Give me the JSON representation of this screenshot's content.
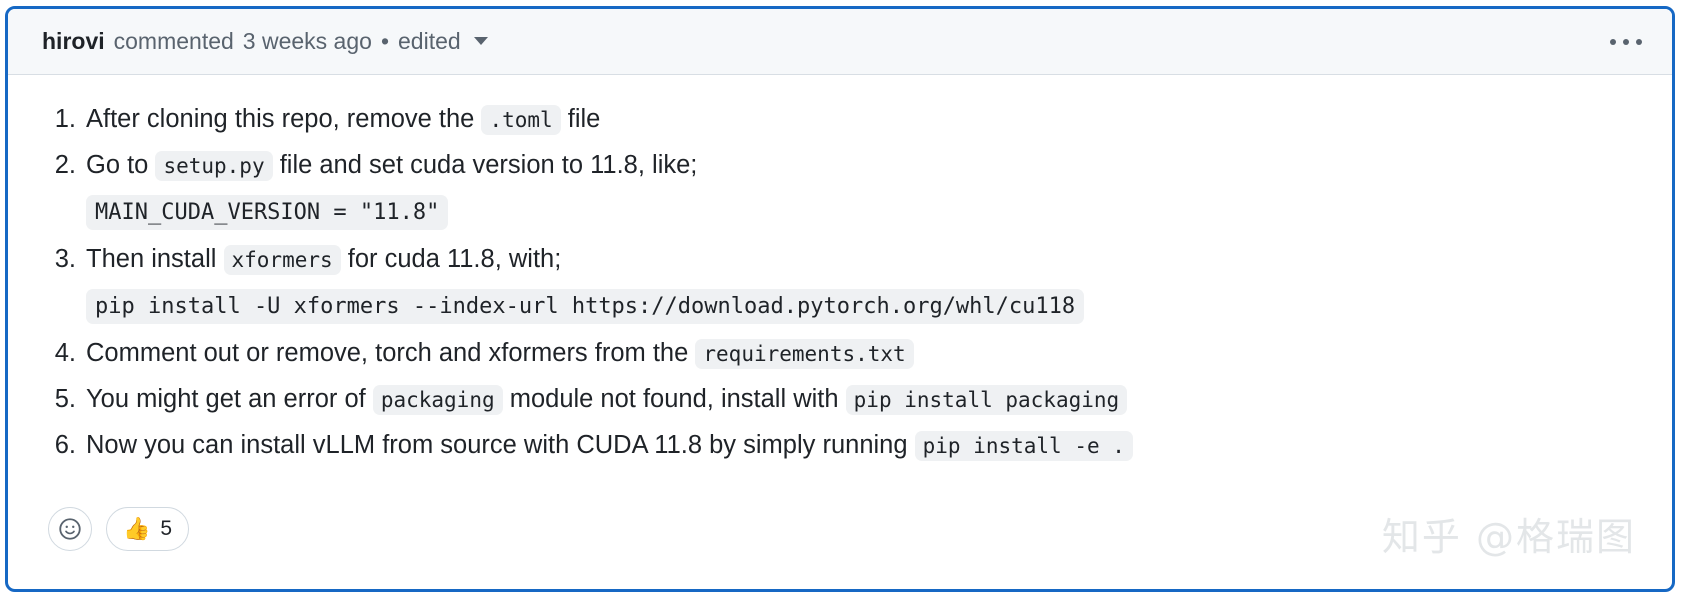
{
  "comment": {
    "author": "hirovi",
    "action_text": "commented",
    "time_text": "3 weeks ago",
    "separator": "•",
    "edited_label": "edited",
    "menu_icon": "kebab-horizontal-icon",
    "caret_icon": "chevron-down-icon"
  },
  "steps": [
    {
      "number": "1.",
      "parts": [
        {
          "type": "text",
          "value": "After cloning this repo, remove the "
        },
        {
          "type": "code",
          "value": ".toml"
        },
        {
          "type": "text",
          "value": " file"
        }
      ]
    },
    {
      "number": "2.",
      "parts": [
        {
          "type": "text",
          "value": "Go to "
        },
        {
          "type": "code",
          "value": "setup.py"
        },
        {
          "type": "text",
          "value": " file and set cuda version to 11.8, like;"
        }
      ],
      "code_block": "MAIN_CUDA_VERSION = \"11.8\""
    },
    {
      "number": "3.",
      "parts": [
        {
          "type": "text",
          "value": "Then install "
        },
        {
          "type": "code",
          "value": "xformers"
        },
        {
          "type": "text",
          "value": " for cuda 11.8, with;"
        }
      ],
      "code_block": "pip install -U xformers --index-url https://download.pytorch.org/whl/cu118"
    },
    {
      "number": "4.",
      "parts": [
        {
          "type": "text",
          "value": "Comment out or remove, torch and xformers from the "
        },
        {
          "type": "code",
          "value": "requirements.txt"
        }
      ]
    },
    {
      "number": "5.",
      "parts": [
        {
          "type": "text",
          "value": "You might get an error of "
        },
        {
          "type": "code",
          "value": "packaging"
        },
        {
          "type": "text",
          "value": " module not found, install with "
        },
        {
          "type": "code",
          "value": "pip install packaging"
        }
      ]
    },
    {
      "number": "6.",
      "parts": [
        {
          "type": "text",
          "value": "Now you can install vLLM from source with CUDA 11.8 by simply running "
        },
        {
          "type": "code",
          "value": "pip install -e ."
        }
      ]
    }
  ],
  "reactions": {
    "add_reaction_icon": "smiley-icon",
    "items": [
      {
        "emoji": "👍",
        "emoji_name": "thumbs-up-emoji",
        "count": "5"
      }
    ]
  },
  "watermark": {
    "text": "知乎 @格瑞图"
  },
  "colors": {
    "card_border": "#1668c4",
    "header_bg": "#f6f8fa",
    "code_bg": "#eff1f3",
    "muted_text": "#59636e"
  }
}
